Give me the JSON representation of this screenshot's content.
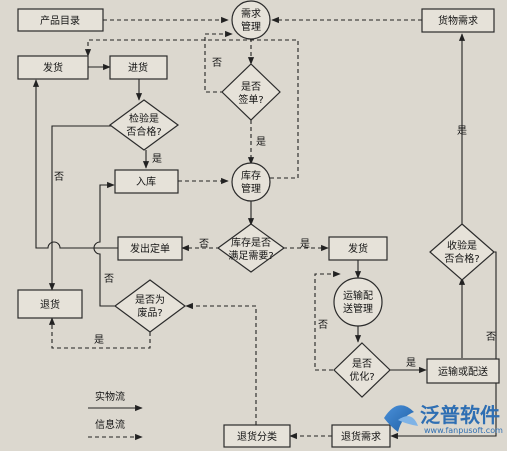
{
  "nodes": {
    "product_catalog": "产品目录",
    "demand_mgmt": [
      "需求",
      "管理"
    ],
    "goods_demand": "货物需求",
    "ship_left": "发货",
    "purchase": "进货",
    "signed": [
      "是否",
      "签单?"
    ],
    "inspect": [
      "检验是",
      "否合格?"
    ],
    "warehouse_in": "入库",
    "inventory_mgmt": [
      "库存",
      "管理"
    ],
    "acceptance": [
      "收验是",
      "否合格?"
    ],
    "ship_order": "发出定单",
    "stock_enough": [
      "库存是否",
      "满足需要?"
    ],
    "ship_right": "发货",
    "return_goods": "退货",
    "is_waste": [
      "是否为",
      "废品?"
    ],
    "transport_mgmt": [
      "运输配",
      "送管理"
    ],
    "optimize": [
      "是否",
      "优化?"
    ],
    "transport_delivery": "运输或配送",
    "return_sort": "退货分类",
    "return_demand": "退货需求"
  },
  "edge_labels": {
    "no": "否",
    "yes": "是"
  },
  "legend": {
    "physical_flow": "实物流",
    "info_flow": "信息流"
  },
  "logo": {
    "name": "泛普软件",
    "url": "www.fanpusoft.com"
  }
}
